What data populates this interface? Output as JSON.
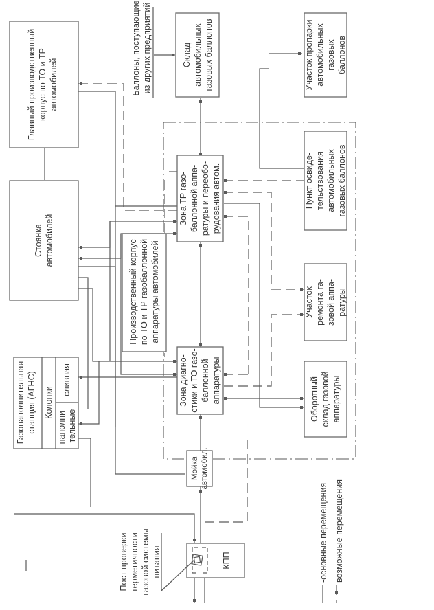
{
  "diagram": {
    "type": "flowchart",
    "orientation": "rotated-90-ccw",
    "nodes": {
      "main_building": {
        "lines": [
          "Главный производственный",
          "корпус по ТО и ТР",
          "автомобилей"
        ]
      },
      "parking": {
        "lines": [
          "Стоянка",
          "автомобилей"
        ]
      },
      "agns": {
        "title_lines": [
          "Газонаполнительная",
          "станция (АГНС)"
        ],
        "columns_label": "Колонки",
        "drain": "сливная",
        "fill_lines": [
          "наполни-",
          "тельные"
        ]
      },
      "cylinders_incoming": {
        "lines": [
          "Баллоны, поступающие",
          "из других предприятий"
        ]
      },
      "cylinder_store": {
        "lines": [
          "Склад",
          "автомобильных",
          "газовых баллонов"
        ]
      },
      "steaming": {
        "lines": [
          "Участок пропарки",
          "автомобильных",
          "газовых",
          "баллонов"
        ]
      },
      "tr_zone": {
        "lines": [
          "Зона ТР газо-",
          "баллонной аппа-",
          "ратуры и переобо-",
          "рудования автом."
        ]
      },
      "production_building": {
        "lines": [
          "Производственный корпус",
          "по ТО и ТР газобаллонной",
          "аппаратуры автомобилей"
        ]
      },
      "inspection_point": {
        "lines": [
          "Пункт освиде-",
          "тельствования",
          "автомобильных",
          "газовых баллонов"
        ]
      },
      "repair_area": {
        "lines": [
          "Участок",
          "ремонта га-",
          "зовой аппа-",
          "ратуры"
        ]
      },
      "diag_zone": {
        "lines": [
          "Зона диагно-",
          "стики и ТО газо-",
          "баллонной",
          "аппаратуры"
        ]
      },
      "exchange_store": {
        "lines": [
          "Оборотный",
          "склад газовой",
          "аппаратуры"
        ]
      },
      "washing": {
        "lines": [
          "Мойка",
          "автомобил."
        ]
      },
      "checkpoint": {
        "label": "КПП"
      },
      "leak_post": {
        "lines": [
          "Пост проверки",
          "герметичности",
          "газовой системы",
          "питания"
        ]
      }
    },
    "legend": {
      "main": "-основные перемещения",
      "possible": "возможные перемещения"
    },
    "colors": {
      "line": "#5a5a5a",
      "text": "#3a3a3a",
      "background": "#ffffff"
    }
  }
}
